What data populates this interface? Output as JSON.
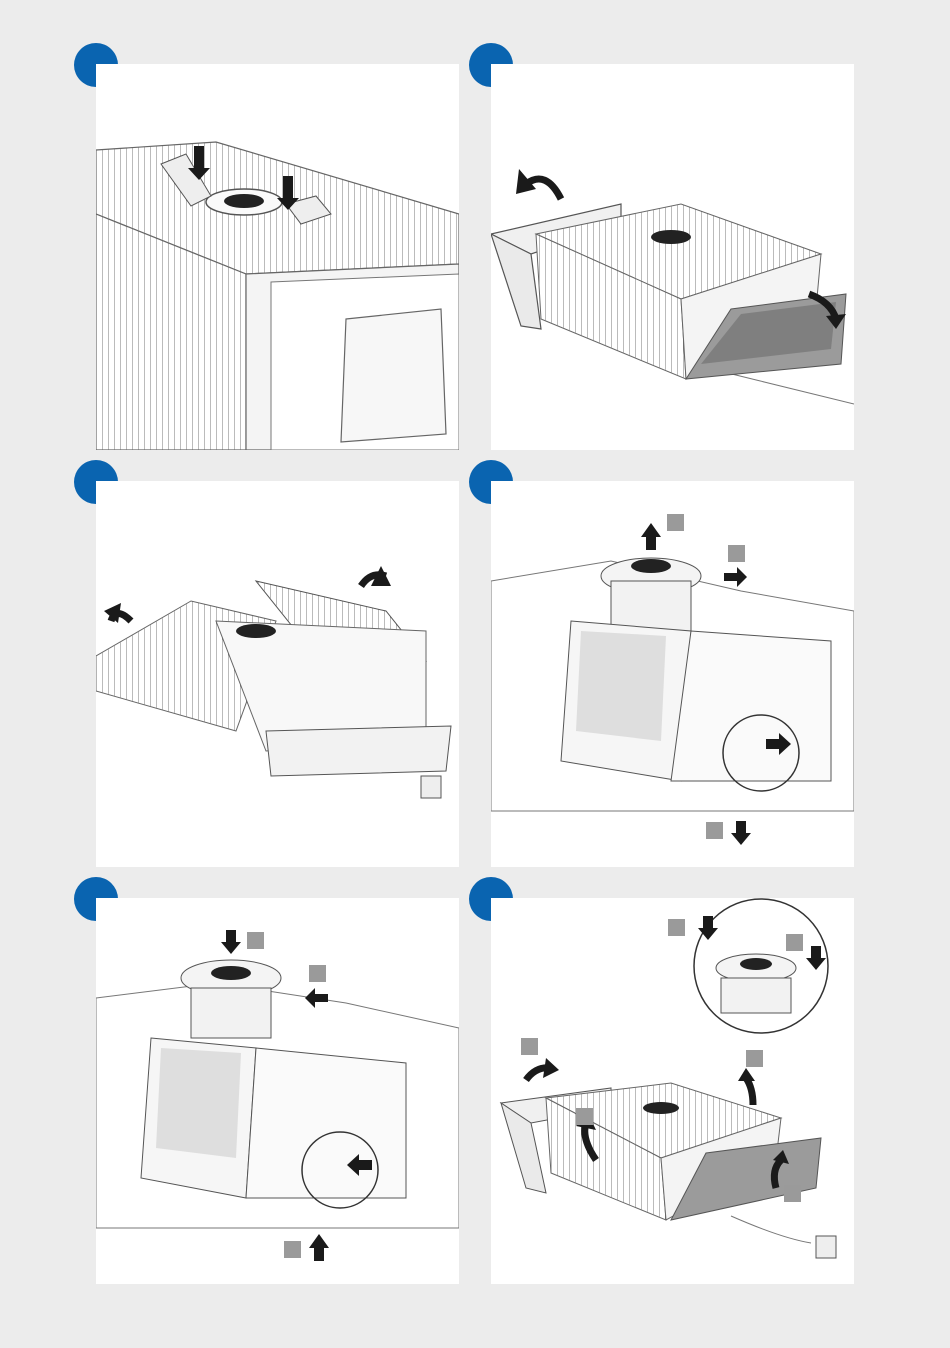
{
  "page": {
    "background_color": "#ececec",
    "panel_color": "#ffffff",
    "step_marker_color": "#0a64b0",
    "arrow_color": "#1a1a1a",
    "callout_square_color": "#9a9a9a",
    "line_color": "#555555"
  },
  "panels": [
    {
      "name": "step-1-press-release-buttons"
    },
    {
      "name": "step-2-open-housing"
    },
    {
      "name": "step-3-open-filter-covers"
    },
    {
      "name": "step-4-lift-fan-unit"
    },
    {
      "name": "step-5-insert-fan-unit"
    },
    {
      "name": "step-6-close-housing"
    }
  ]
}
